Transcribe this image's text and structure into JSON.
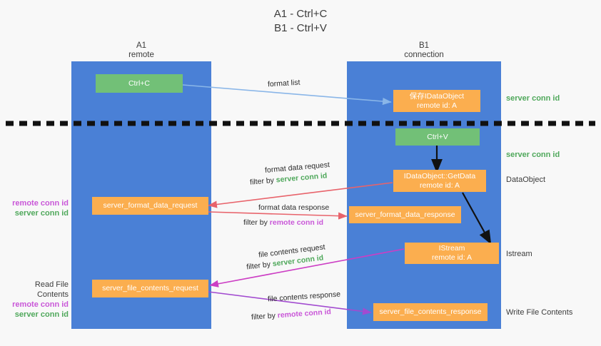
{
  "title": "A1 - Ctrl+C\nB1 - Ctrl+V",
  "colors": {
    "background": "#f8f8f8",
    "lane": "#4a80d6",
    "green_node": "#72c077",
    "orange_node": "#fbae4f",
    "server_conn_id": "#4fa85b",
    "remote_conn_id": "#c957d8",
    "arrow_blue": "#8ab6e8",
    "arrow_red": "#e8636b",
    "arrow_magenta": "#cc3ec4",
    "arrow_purple": "#a24bd0",
    "arrow_black": "#111111",
    "text": "#3c3c3c"
  },
  "lanes": [
    {
      "id": "a1",
      "title": "A1\nremote"
    },
    {
      "id": "b1",
      "title": "B1\nconnection"
    }
  ],
  "nodes": {
    "ctrl_c": "Ctrl+C",
    "save_idataobject": "保存IDataObject\nremote id: A",
    "ctrl_v": "Ctrl+V",
    "idataobject_getdata": "IDataObject::GetData\nremote id: A",
    "istream": "IStream\nremote id: A",
    "server_format_data_request": "server_format_data_request",
    "server_format_data_response": "server_format_data_response",
    "server_file_contents_request": "server_file_contents_request",
    "server_file_contents_response": "server_file_contents_response"
  },
  "right_labels": [
    {
      "id": "r1",
      "text": "server conn id",
      "style": "green"
    },
    {
      "id": "r2",
      "text": "server conn id",
      "style": "green"
    },
    {
      "id": "r3",
      "text": "DataObject",
      "style": "dark"
    },
    {
      "id": "r4",
      "text": "Istream",
      "style": "dark"
    },
    {
      "id": "r5",
      "text": "Write File Contents",
      "style": "dark"
    }
  ],
  "left_labels": {
    "format_conn": {
      "remote": "remote conn id",
      "server": "server conn id"
    },
    "read_file_contents": "Read File Contents",
    "file_conn": {
      "remote": "remote conn id",
      "server": "server conn id"
    }
  },
  "edges": [
    {
      "id": "format-list",
      "label": "format list",
      "filter_prefix": "",
      "filter_key": "",
      "color": "#8ab6e8"
    },
    {
      "id": "format-data-request",
      "label": "format data request",
      "filter_prefix": "filter by ",
      "filter_key": "server conn id",
      "filter_style": "green",
      "color": "#e8636b"
    },
    {
      "id": "format-data-response",
      "label": "format data response",
      "filter_prefix": "filter by ",
      "filter_key": "remote conn id",
      "filter_style": "purple",
      "color": "#e8636b"
    },
    {
      "id": "file-contents-request",
      "label": "file contents request",
      "filter_prefix": "filter by ",
      "filter_key": "server conn id",
      "filter_style": "green",
      "color": "#cc3ec4"
    },
    {
      "id": "file-contents-response",
      "label": "file contents response",
      "filter_prefix": "filter by ",
      "filter_key": "remote conn id",
      "filter_style": "purple",
      "color": "#a24bd0"
    }
  ],
  "edge_labels": {
    "format_list": "format list",
    "format_data_request": "format data request",
    "format_data_response": "format data response",
    "file_contents_request": "file contents request",
    "file_contents_response": "file contents response",
    "filter_by": "filter by ",
    "server_conn_id": "server conn id",
    "remote_conn_id": "remote conn id"
  }
}
